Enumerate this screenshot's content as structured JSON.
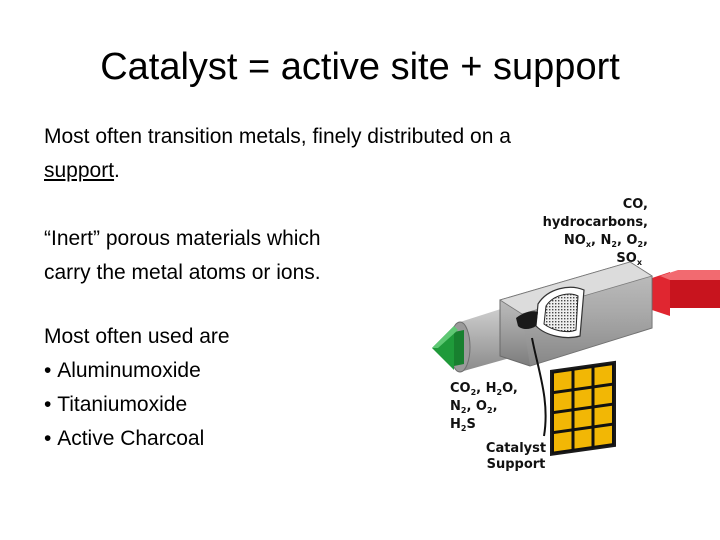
{
  "slide": {
    "title": "Catalyst = active site + support",
    "paragraph1": {
      "text": "Most often transition metals, finely distributed on a",
      "link": "support",
      "end": "."
    },
    "paragraph2": {
      "line1": "“Inert” porous materials which",
      "line2": "carry the metal atoms or ions."
    },
    "paragraph3": {
      "intro": "Most often used are",
      "items": [
        "Aluminumoxide",
        "Titaniumoxide",
        "Active Charcoal"
      ]
    }
  },
  "figure": {
    "inlet_labels": [
      "CO,",
      "hydrocarbons,",
      "NOx, N2, O2,",
      "SOx"
    ],
    "outlet_labels": [
      "CO2, H2O,",
      "N2, O2,",
      "H2S"
    ],
    "support_label": [
      "Catalyst",
      "Support"
    ],
    "colors": {
      "inlet_arrow": "#c8141e",
      "outlet_arrow": "#1f9a3a",
      "support_grid": "#f2b705",
      "converter_body": "#a8a8a8"
    },
    "icons": [
      "catalytic-converter-icon",
      "inlet-arrow-icon",
      "outlet-arrow-icon",
      "catalyst-support-grid-icon"
    ]
  }
}
